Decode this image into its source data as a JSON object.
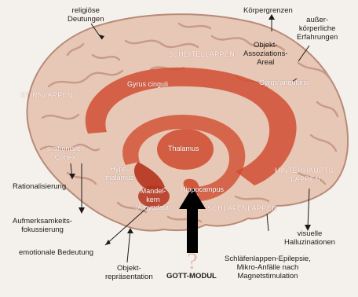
{
  "labels": {
    "religious": "religiöse\nDeutungen",
    "body_limits": "Körpergrenzen",
    "extra_body": "außer-\nkörperliche\nErfahrungen",
    "object_assoc": "Objekt-\nAssoziations-\nAreal",
    "parietal": "SCHEITELLAPPEN",
    "frontal": "STIRNLAPPEN",
    "cingulate": "Gyrus cinguli",
    "angular": "Gyrus angularis",
    "prefrontal": "präfrontaler\nCortex",
    "thalamus": "Thalamus",
    "occipital": "HINTERHAUPTS-\nLAPPEN",
    "hypothalamus": "Hypo-\nthalamus",
    "amygdala": "Mandel-\nkern\n(Amygdala)",
    "hippocampus": "Hippocampus",
    "temporal": "SCHLÄFENLAPPEN",
    "rationalization": "Rationalisierung",
    "attention": "Aufmerksamkeits-\nfokussierung",
    "emotional": "emotionale Bedeutung",
    "visual_halluc": "visuelle\nHalluzinationen",
    "object_repr": "Objekt-\nrepräsentation",
    "god_module": "GOTT-MODUL",
    "epilepsy": "Schläfenlappen-Epilepsie,\nMikro-Anfälle nach\nMagnetstimulation"
  },
  "colors": {
    "brain_fill": "#e7c7b6",
    "brain_outline": "#b88a78",
    "gyri": "#c89a88",
    "limbic": "#cf4a2e",
    "arrow": "#000000",
    "text": "#1f1a17"
  }
}
